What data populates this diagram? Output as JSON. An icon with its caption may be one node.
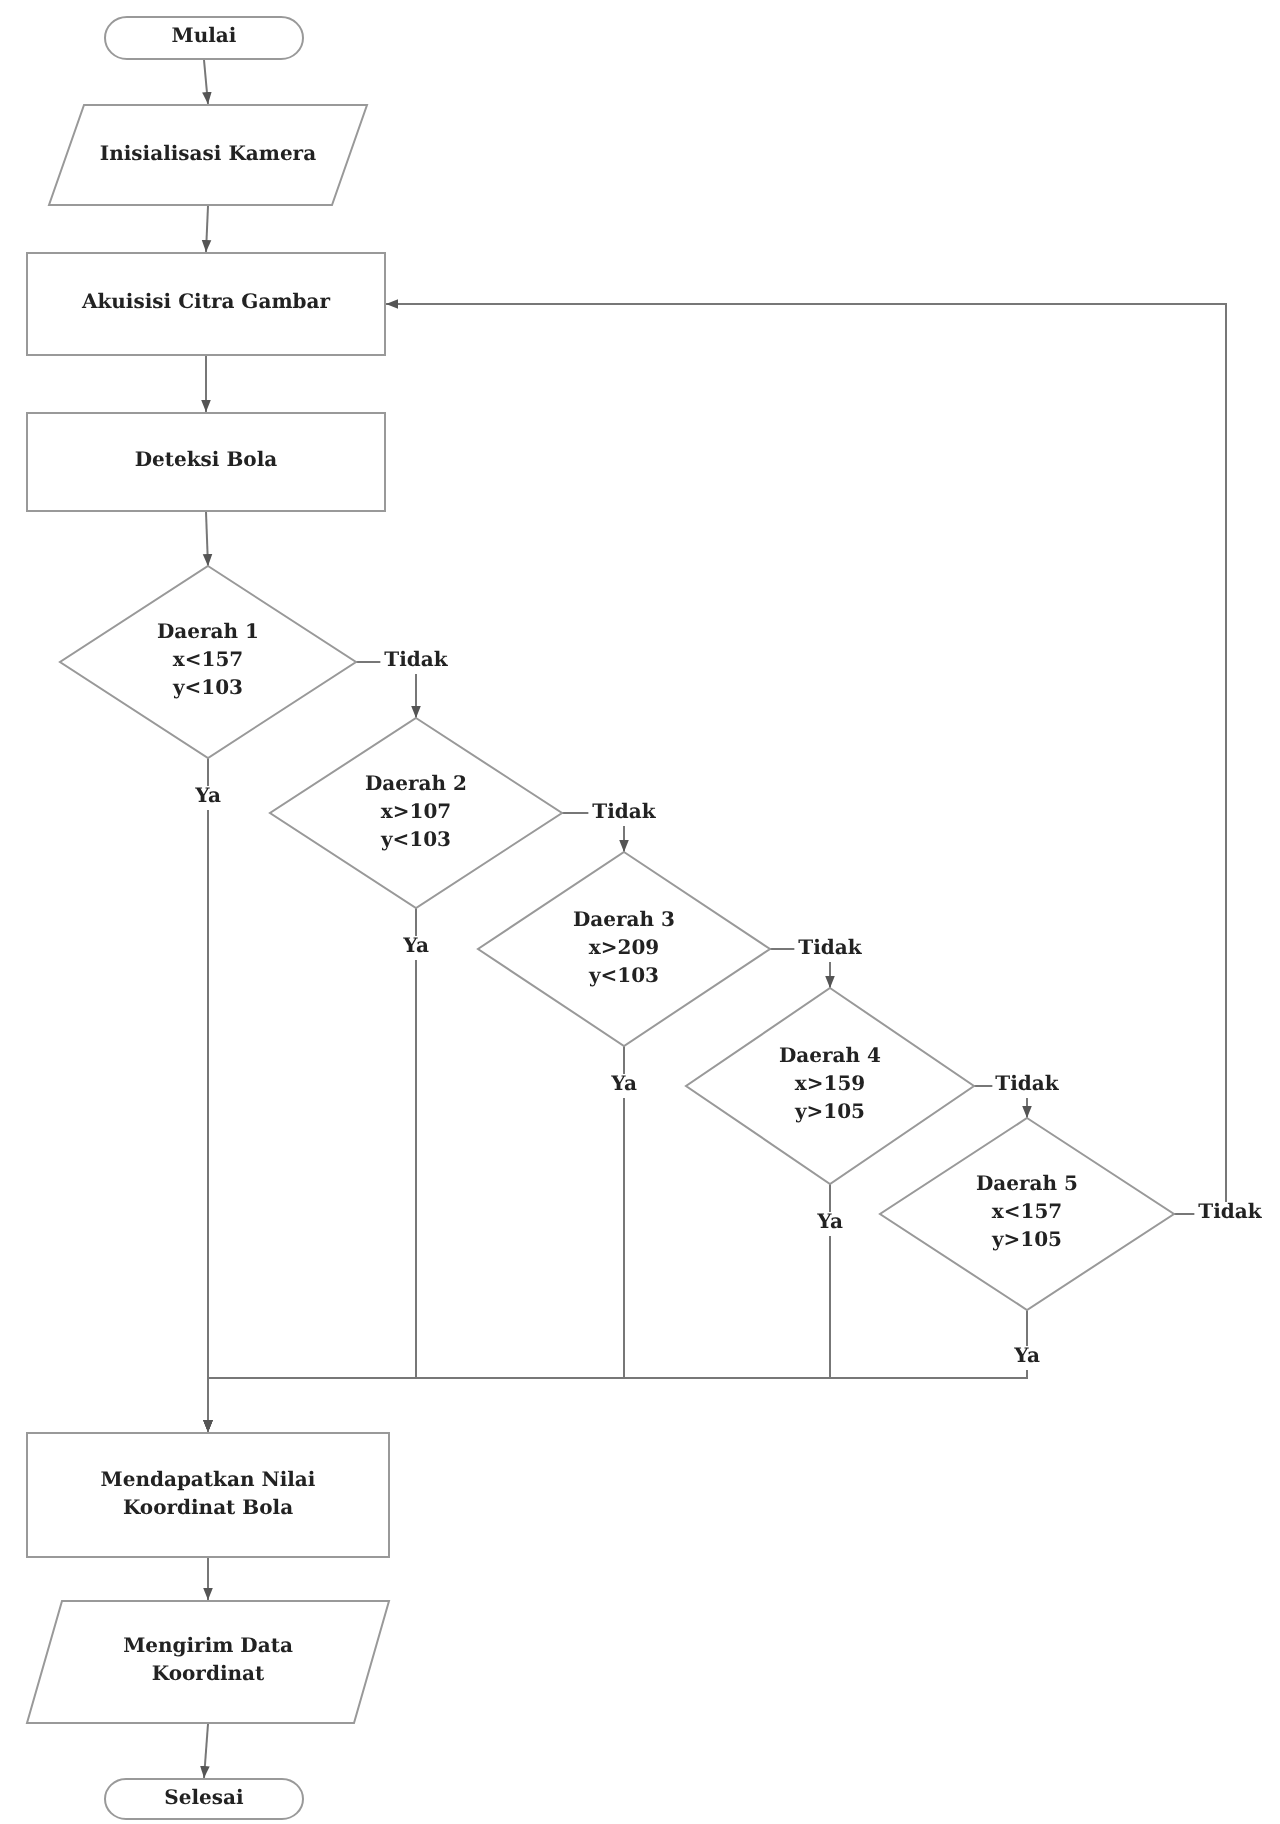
{
  "diagram": {
    "nodes": [
      {
        "text": [
          "Mulai"
        ]
      },
      {
        "text": [
          "Inisialisasi Kamera"
        ]
      },
      {
        "text": [
          "Akuisisi Citra Gambar"
        ]
      },
      {
        "text": [
          "Deteksi Bola"
        ]
      },
      {
        "text": [
          "Daerah 1",
          "x<157",
          "y<103"
        ]
      },
      {
        "text": [
          "Daerah 2",
          "x>107",
          "y<103"
        ]
      },
      {
        "text": [
          "Daerah 3",
          "x>209",
          "y<103"
        ]
      },
      {
        "text": [
          "Daerah 4",
          "x>159",
          "y>105"
        ]
      },
      {
        "text": [
          "Daerah 5",
          "x<157",
          "y>105"
        ]
      },
      {
        "text": [
          "Mendapatkan Nilai Koordinat Bola"
        ]
      },
      {
        "text": [
          "Mengirim Data Koordinat"
        ]
      },
      {
        "text": [
          "Selesai"
        ]
      }
    ],
    "edges": [
      {
        "from": 0,
        "to": 1,
        "arrow": "to"
      },
      {
        "from": 1,
        "to": 2,
        "arrow": "to"
      },
      {
        "from": 2,
        "to": 3,
        "arrow": "to"
      },
      {
        "from": 3,
        "to": 4,
        "arrow": "to"
      },
      {
        "from": 4,
        "to": 5,
        "arrow": "to",
        "label": "Tidak"
      },
      {
        "from": 5,
        "to": 6,
        "arrow": "to",
        "label": "Tidak"
      },
      {
        "from": 6,
        "to": 7,
        "arrow": "to",
        "label": "Tidak"
      },
      {
        "from": 7,
        "to": 8,
        "arrow": "to",
        "label": "Tidak"
      },
      {
        "from": 8,
        "to": 2,
        "arrow": "to",
        "label": "Tidak"
      },
      {
        "from": 4,
        "to": 9,
        "arrow": "to",
        "label": "Ya"
      },
      {
        "from": 5,
        "to": 9,
        "arrow": "to",
        "label": "Ya"
      },
      {
        "from": 6,
        "to": 9,
        "arrow": "to",
        "label": "Ya"
      },
      {
        "from": 7,
        "to": 9,
        "arrow": "to",
        "label": "Ya"
      },
      {
        "from": 8,
        "to": 9,
        "arrow": "to",
        "label": "Ya"
      },
      {
        "from": 9,
        "to": 10,
        "arrow": "to"
      },
      {
        "from": 10,
        "to": 11,
        "arrow": "to"
      }
    ]
  }
}
